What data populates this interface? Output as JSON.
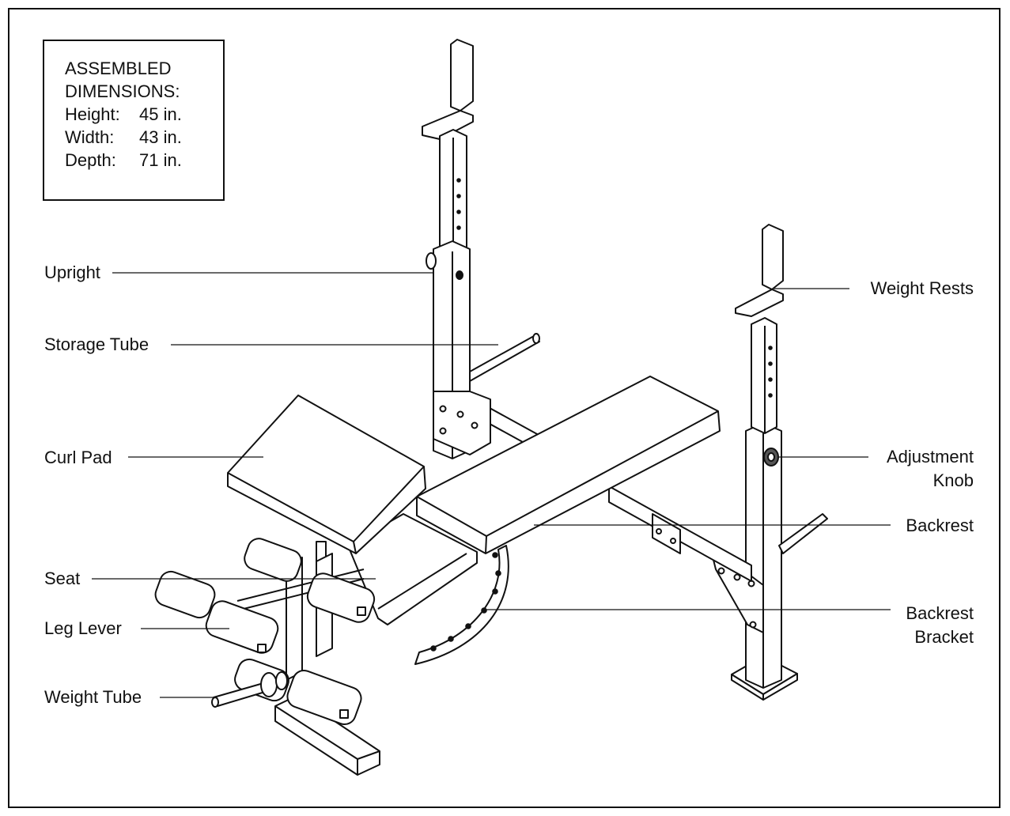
{
  "dimensions": {
    "title_line1": "ASSEMBLED",
    "title_line2": "DIMENSIONS:",
    "rows": [
      {
        "label": "Height:",
        "value": "45 in."
      },
      {
        "label": "Width:",
        "value": "43 in."
      },
      {
        "label": "Depth:",
        "value": "71 in."
      }
    ]
  },
  "labels": {
    "upright": "Upright",
    "storage_tube": "Storage Tube",
    "curl_pad": "Curl Pad",
    "seat": "Seat",
    "leg_lever": "Leg Lever",
    "weight_tube": "Weight Tube",
    "weight_rests": "Weight Rests",
    "adjustment_knob_l1": "Adjustment",
    "adjustment_knob_l2": "Knob",
    "backrest": "Backrest",
    "backrest_bracket_l1": "Backrest",
    "backrest_bracket_l2": "Bracket"
  }
}
